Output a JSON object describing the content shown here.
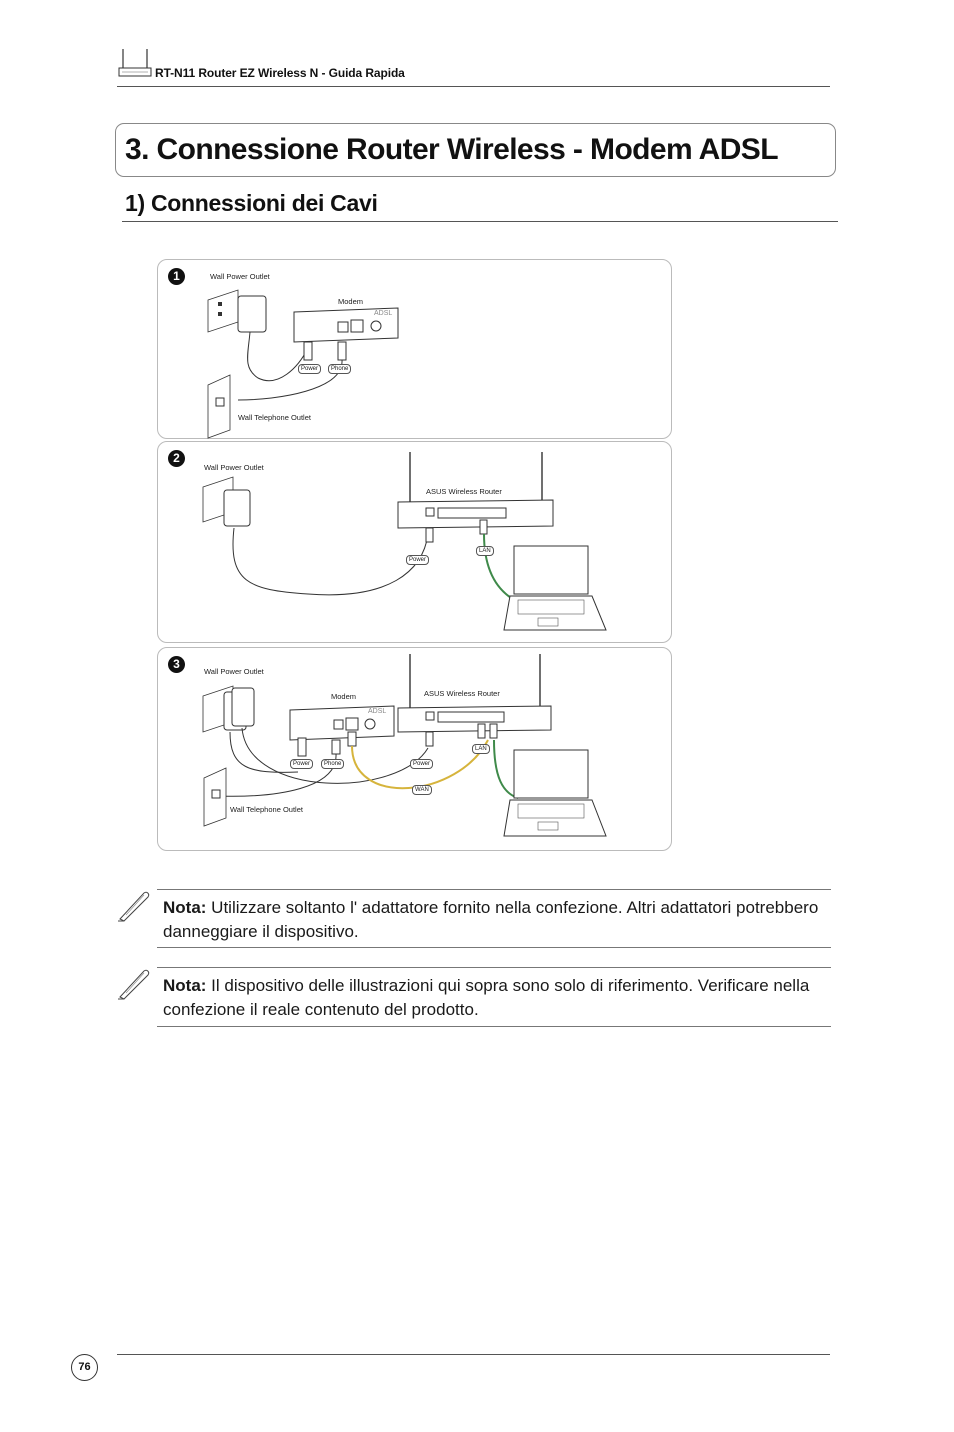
{
  "header": {
    "text": "RT-N11 Router EZ Wireless N - Guida Rapida"
  },
  "title": "3. Connessione Router Wireless - Modem ADSL",
  "subtitle": "1) Connessioni dei Cavi",
  "diagram": {
    "step1": {
      "number": "1",
      "wall_power": "Wall Power Outlet",
      "modem": "Modem",
      "adsl": "ADSL",
      "power": "Power",
      "phone": "Phone",
      "wall_telephone": "Wall Telephone Outlet"
    },
    "step2": {
      "number": "2",
      "wall_power": "Wall Power Outlet",
      "router": "ASUS Wireless Router",
      "power": "Power",
      "lan": "LAN"
    },
    "step3": {
      "number": "3",
      "wall_power": "Wall Power Outlet",
      "modem": "Modem",
      "adsl": "ADSL",
      "router": "ASUS Wireless Router",
      "power_modem": "Power",
      "phone": "Phone",
      "power_router": "Power",
      "wan": "WAN",
      "lan": "LAN",
      "wall_telephone": "Wall Telephone Outlet"
    },
    "colors": {
      "wan_cable": "#d6b43c",
      "lan_cable": "#3f8a4a"
    }
  },
  "notes": [
    {
      "label": "Nota:",
      "text": " Utilizzare soltanto l' adattatore fornito nella confezione. Altri adattatori potrebbero danneggiare il dispositivo."
    },
    {
      "label": "Nota:",
      "text": " Il dispositivo delle illustrazioni qui sopra sono solo di riferimento. Verificare nella confezione il reale contenuto del prodotto."
    }
  ],
  "page_number": "76"
}
